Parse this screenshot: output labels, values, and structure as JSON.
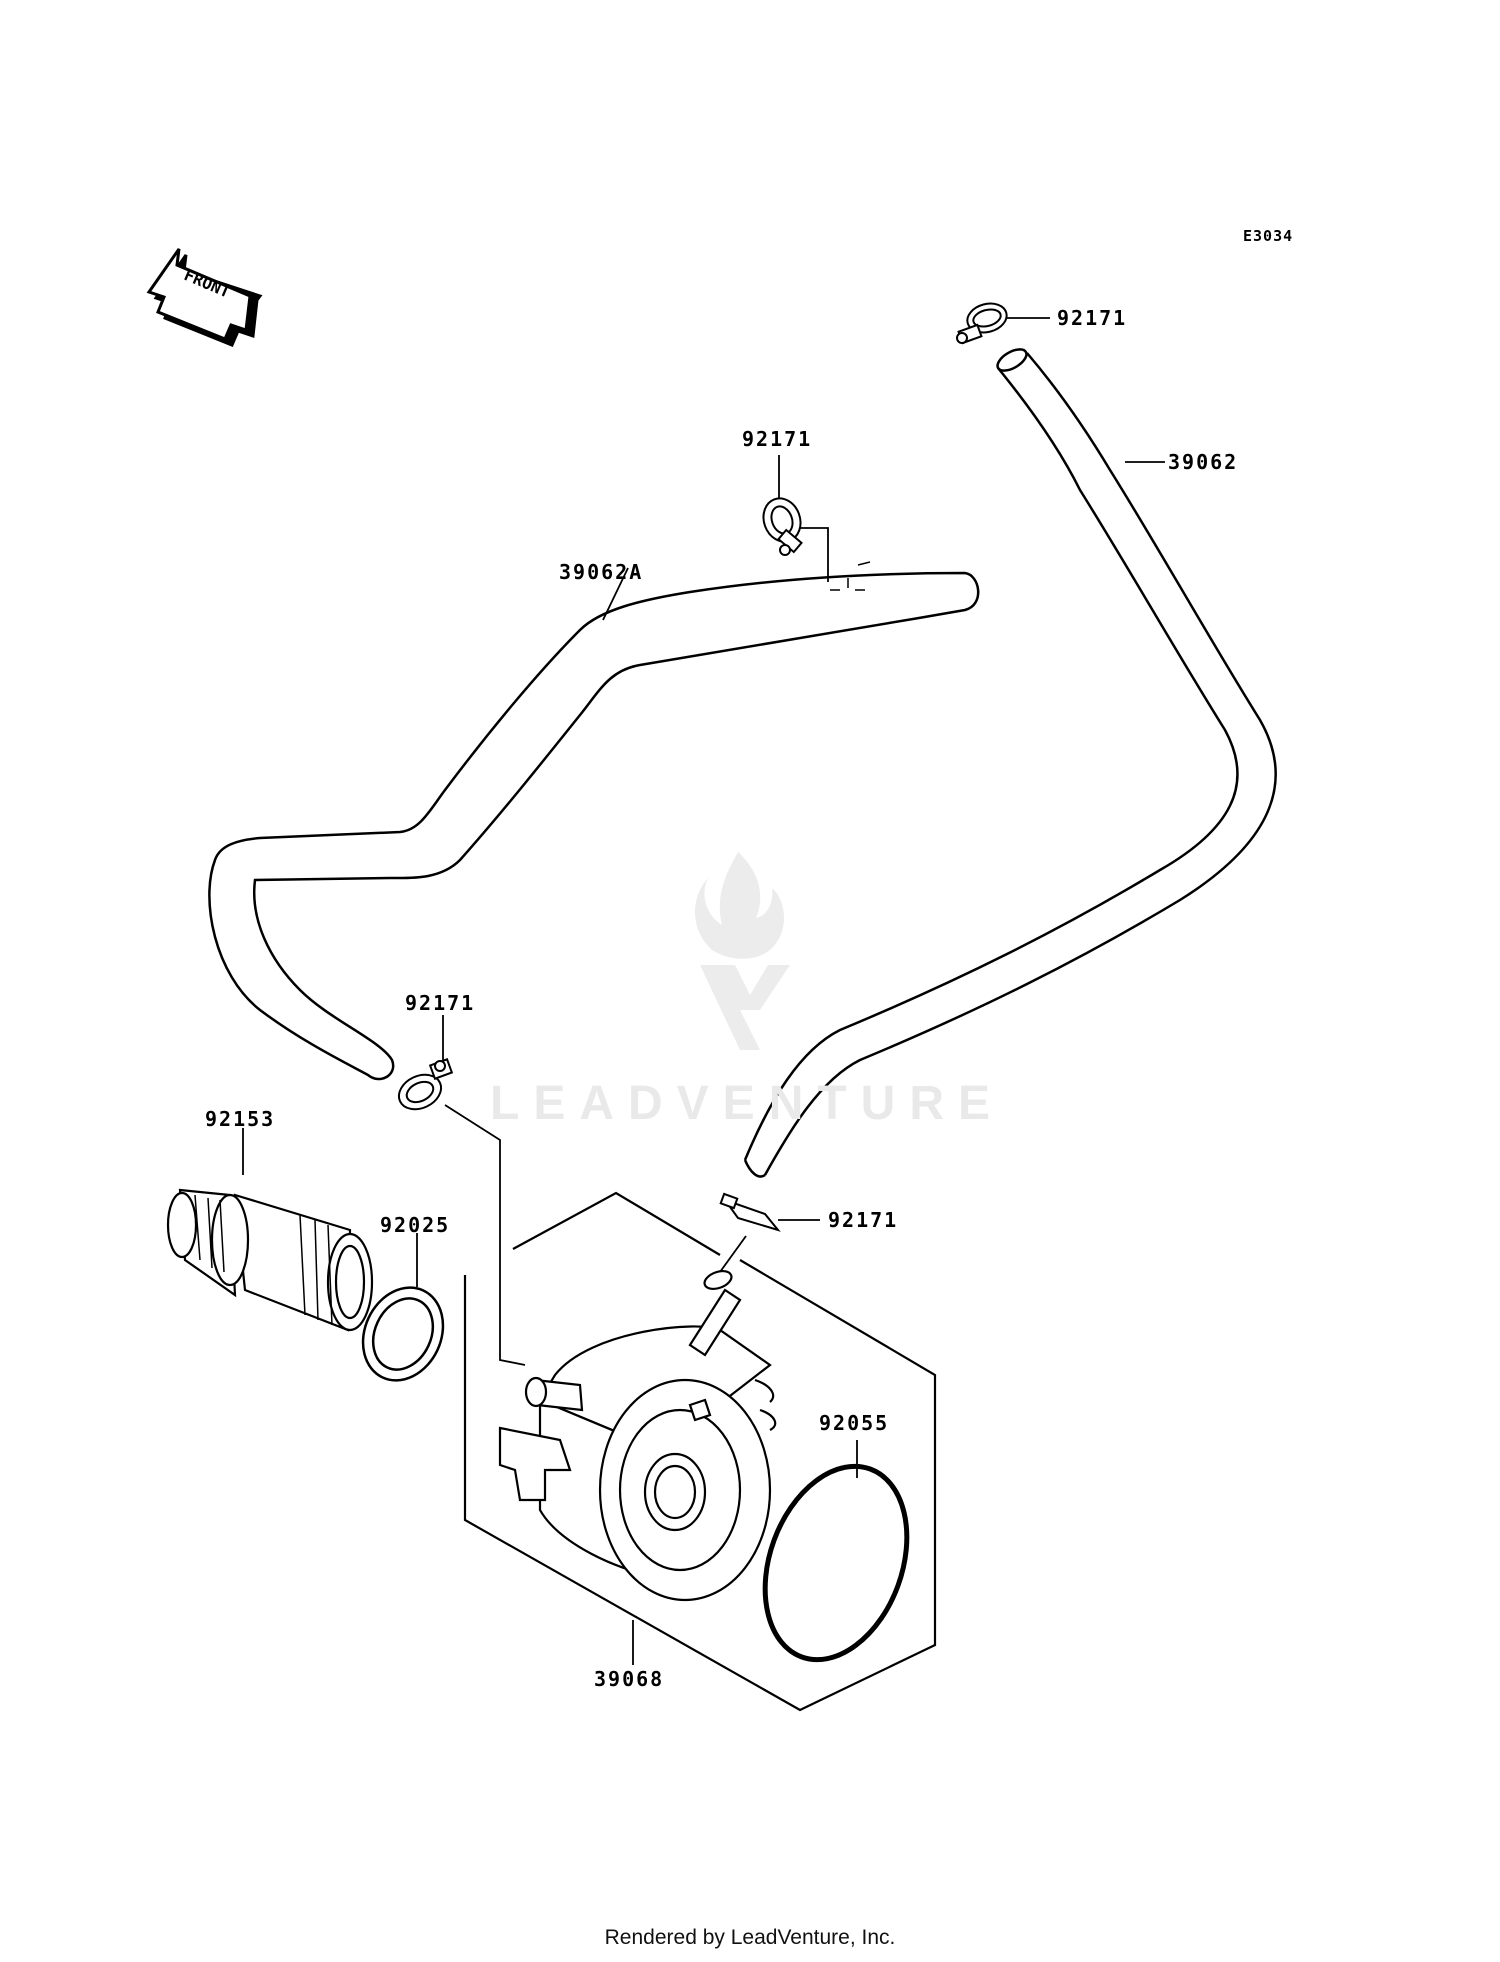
{
  "diagram_code": "E3034",
  "front_arrow": {
    "label": "FRONT",
    "icon": "front-direction-arrow-icon"
  },
  "watermark": {
    "text": "LEADVENTURE",
    "icon": "leadventure-flame-logo"
  },
  "parts": [
    {
      "id": "clamp-top-right",
      "number": "92171",
      "name": "clamp"
    },
    {
      "id": "hose-right",
      "number": "39062",
      "name": "hose"
    },
    {
      "id": "clamp-top-middle",
      "number": "92171",
      "name": "clamp"
    },
    {
      "id": "hose-left",
      "number": "39062A",
      "name": "hose"
    },
    {
      "id": "clamp-lower-left",
      "number": "92171",
      "name": "clamp"
    },
    {
      "id": "fitting",
      "number": "92153",
      "name": "bolt-fitting"
    },
    {
      "id": "washer",
      "number": "92025",
      "name": "gasket"
    },
    {
      "id": "clamp-lower-right",
      "number": "92171",
      "name": "clamp"
    },
    {
      "id": "o-ring",
      "number": "92055",
      "name": "o-ring"
    },
    {
      "id": "oil-cooler",
      "number": "39068",
      "name": "oil-cooler"
    }
  ],
  "footer": "Rendered by LeadVenture, Inc."
}
